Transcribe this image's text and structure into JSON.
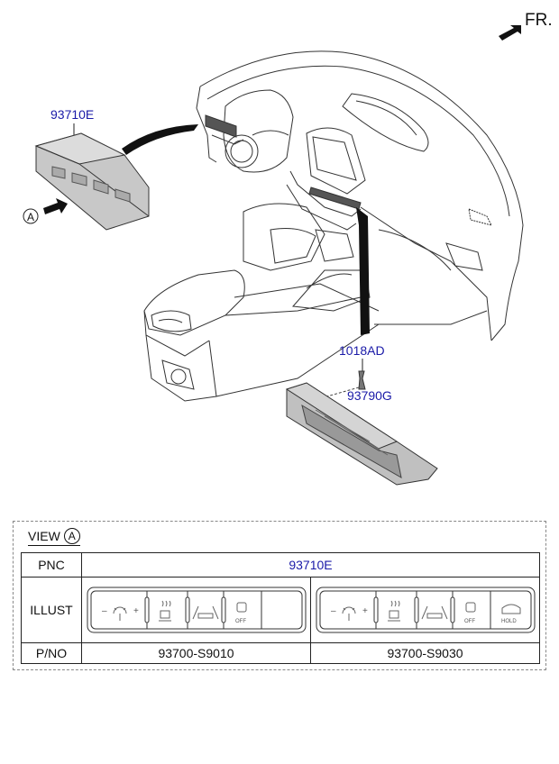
{
  "diagram": {
    "direction_label": "FR.",
    "view_marker": "A",
    "callouts": {
      "left_switch": "93710E",
      "screw": "1018AD",
      "console_switch": "93790G"
    }
  },
  "view": {
    "title": "VIEW",
    "marker": "A",
    "table": {
      "headers": {
        "pnc": "PNC",
        "illust": "ILLUST",
        "pno": "P/NO"
      },
      "pnc_value": "93710E",
      "variants": [
        {
          "part_number": "93700-S9010",
          "buttons": [
            "dimmer",
            "heated-wheel",
            "lane-assist",
            "parking-off",
            "blank"
          ],
          "hold_text": ""
        },
        {
          "part_number": "93700-S9030",
          "buttons": [
            "dimmer",
            "heated-wheel",
            "lane-assist",
            "parking-off",
            "auto-hold"
          ],
          "hold_text": "HOLD"
        }
      ],
      "button_text": {
        "minus": "–",
        "plus": "+",
        "off": "OFF"
      }
    }
  },
  "colors": {
    "label_blue": "#1a1aa8",
    "line": "#222222"
  }
}
